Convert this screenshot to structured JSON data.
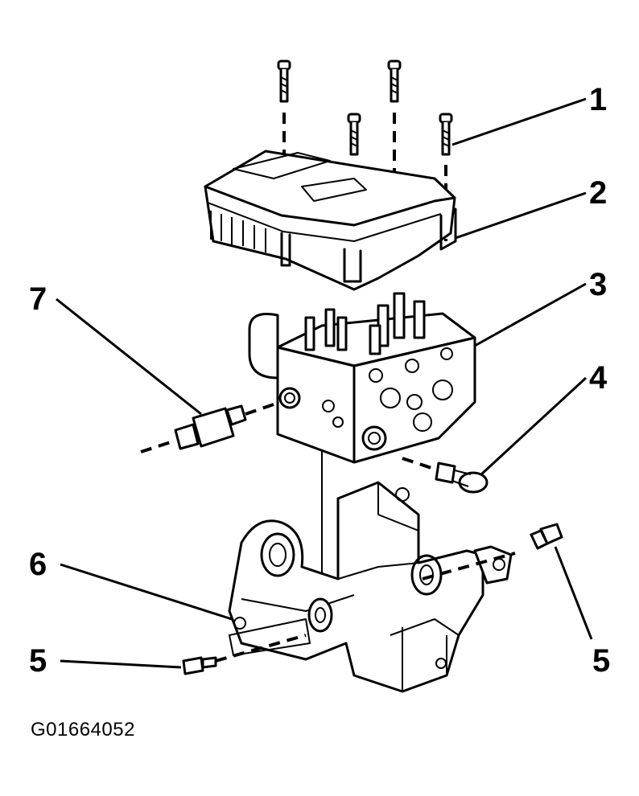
{
  "figure_id": "G01664052",
  "callouts": {
    "c1": "1",
    "c2": "2",
    "c3": "3",
    "c4": "4",
    "c5a": "5",
    "c5b": "5",
    "c6": "6",
    "c7": "7"
  }
}
